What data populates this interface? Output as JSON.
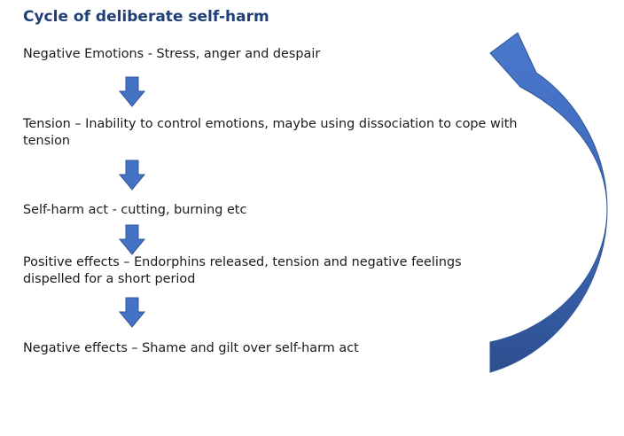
{
  "title": "Cycle of deliberate self-harm",
  "steps": [
    "Negative Emotions - Stress, anger and despair",
    "Tension – Inability to control emotions, maybe using dissociation to cope with tension",
    "Self-harm act - cutting, burning etc",
    "Positive effects – Endorphins released, tension and negative feelings dispelled for a short period",
    "Negative effects – Shame and gilt over self-harm act"
  ],
  "colors": {
    "title": "#1f3f77",
    "arrow_fill": "#4472c4",
    "arrow_stroke": "#2f5597",
    "cycle_arrow_light": "#4a78cc",
    "cycle_arrow_dark": "#2e4f8f"
  }
}
